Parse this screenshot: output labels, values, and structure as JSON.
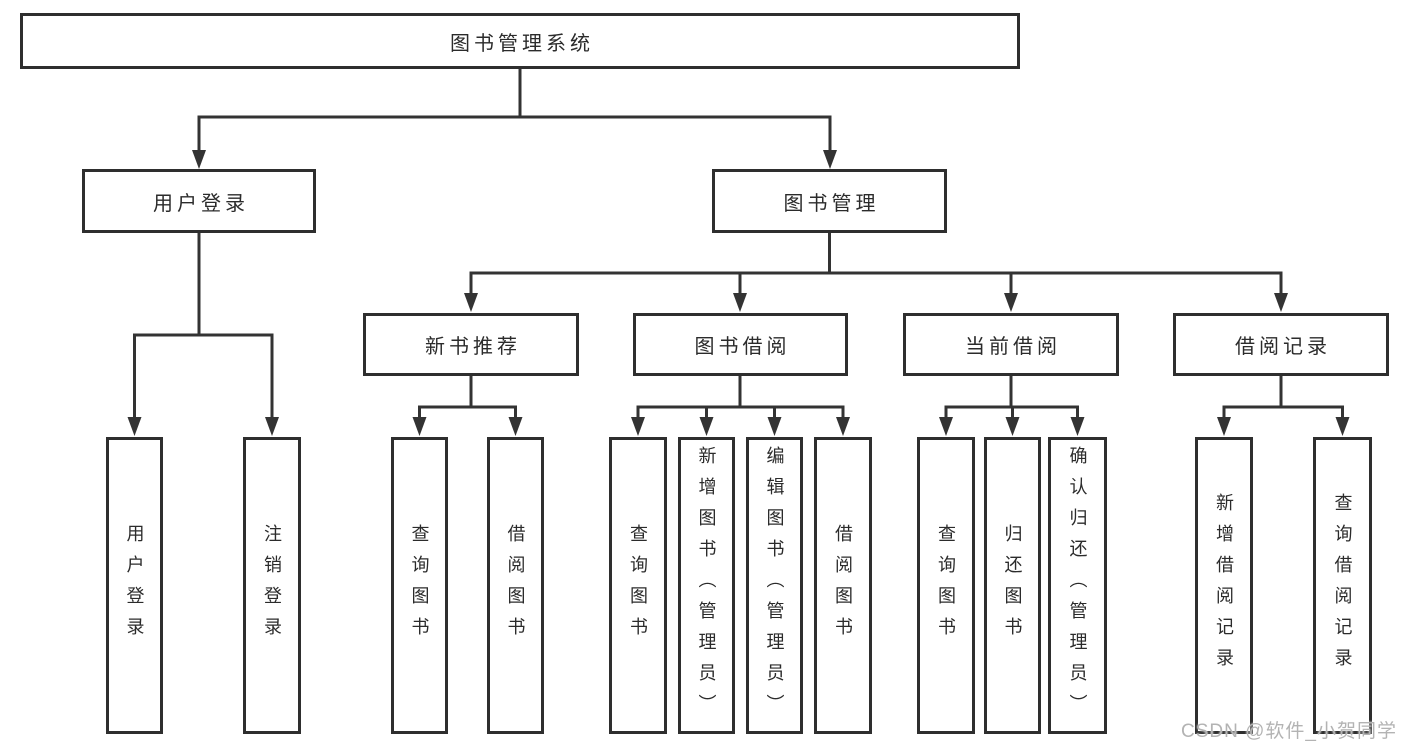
{
  "tree": {
    "label": "图书管理系统",
    "children": [
      {
        "label": "用户登录",
        "children": [
          {
            "label": "用户登录"
          },
          {
            "label": "注销登录"
          }
        ]
      },
      {
        "label": "图书管理",
        "children": [
          {
            "label": "新书推荐",
            "children": [
              {
                "label": "查询图书"
              },
              {
                "label": "借阅图书"
              }
            ]
          },
          {
            "label": "图书借阅",
            "children": [
              {
                "label": "查询图书"
              },
              {
                "label": "新增图书（管理员）"
              },
              {
                "label": "编辑图书（管理员）"
              },
              {
                "label": "借阅图书"
              }
            ]
          },
          {
            "label": "当前借阅",
            "children": [
              {
                "label": "查询图书"
              },
              {
                "label": "归还图书"
              },
              {
                "label": "确认归还（管理员）"
              }
            ]
          },
          {
            "label": "借阅记录",
            "children": [
              {
                "label": "新增借阅记录"
              },
              {
                "label": "查询借阅记录"
              }
            ]
          }
        ]
      }
    ]
  },
  "watermark": "CSDN @软件_小贺同学",
  "colors": {
    "line": "#333333",
    "border": "#2e2e2e",
    "text": "#2b2b2b",
    "watermark": "#b3b3b3",
    "background": "#ffffff"
  }
}
